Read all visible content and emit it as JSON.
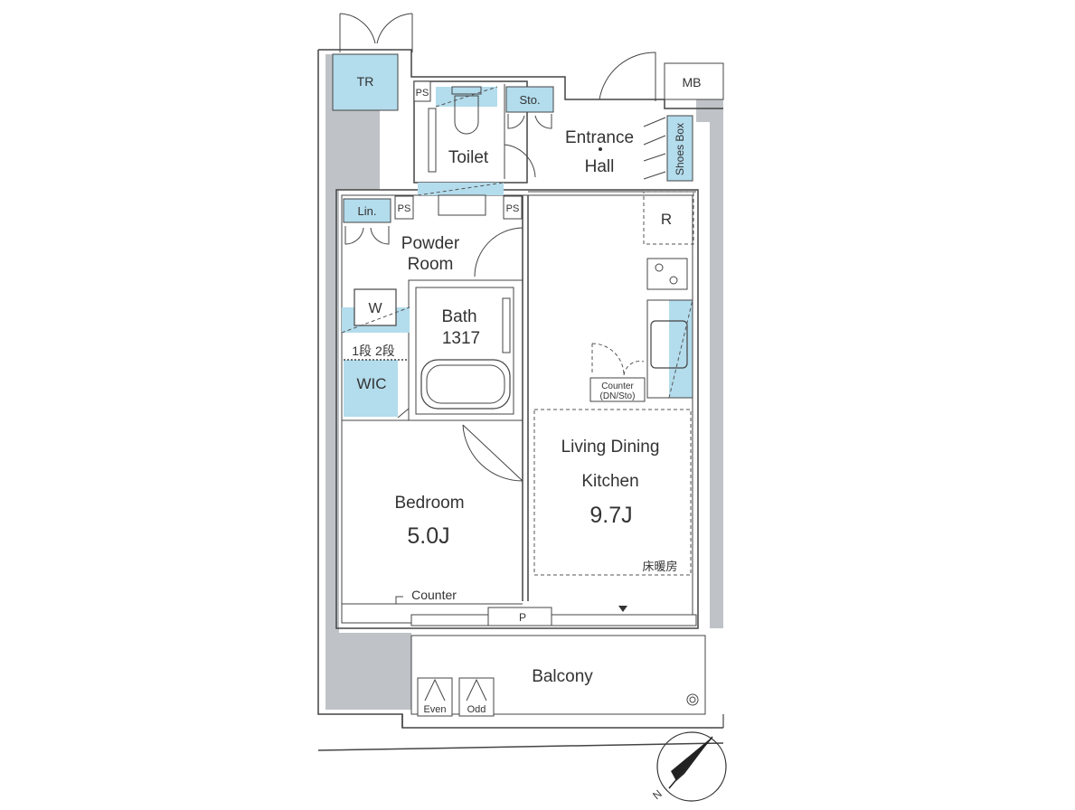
{
  "rooms": {
    "tr": "TR",
    "mb": "MB",
    "ps": "PS",
    "storage": "Sto.",
    "toilet": "Toilet",
    "entrance_line1": "Entrance",
    "entrance_line2": "Hall",
    "shoes_box": "Shoes Box",
    "linen": "Lin.",
    "powder_line1": "Powder",
    "powder_line2": "Room",
    "refrigerator": "R",
    "washer": "W",
    "bath": "Bath",
    "bath_size": "1317",
    "shelf_levels": "1段 2段",
    "wic": "WIC",
    "counter_dn_line1": "Counter",
    "counter_dn_line2": "(DN/Sto)",
    "ldk_line1": "Living Dining",
    "ldk_line2": "Kitchen",
    "ldk_size": "9.7J",
    "floor_heating": "床暖房",
    "bedroom": "Bedroom",
    "bedroom_size": "5.0J",
    "counter": "Counter",
    "pipe": "P",
    "balcony": "Balcony",
    "even": "Even",
    "odd": "Odd",
    "north": "N"
  },
  "colors": {
    "storage_blue": "#b3dcec",
    "wall_gray": "#bfc3c7",
    "line": "#444444"
  }
}
